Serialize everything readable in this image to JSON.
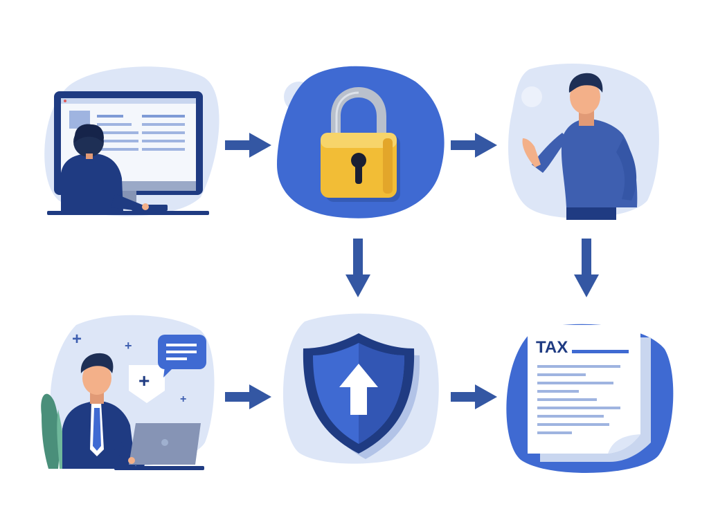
{
  "diagram": {
    "colors": {
      "blob_light": "#dde6f7",
      "blob_dark": "#3f6ad2",
      "navy": "#1f3b82",
      "arrow": "#3457a3",
      "lock_gold": "#f2bd36",
      "shackle": "#b9c0cc",
      "skin": "#f3b089",
      "hair": "#1e2f55",
      "shirt": "#3e5fb0"
    },
    "nodes": [
      {
        "id": "user-at-computer",
        "icon": "computer-user-icon"
      },
      {
        "id": "padlock",
        "icon": "padlock-icon"
      },
      {
        "id": "person-gesturing",
        "icon": "person-icon"
      },
      {
        "id": "support-agent",
        "icon": "agent-laptop-icon"
      },
      {
        "id": "security-shield",
        "icon": "shield-upload-icon"
      },
      {
        "id": "tax-document",
        "icon": "tax-document-icon"
      }
    ],
    "tax_document": {
      "title": "TAX"
    }
  }
}
